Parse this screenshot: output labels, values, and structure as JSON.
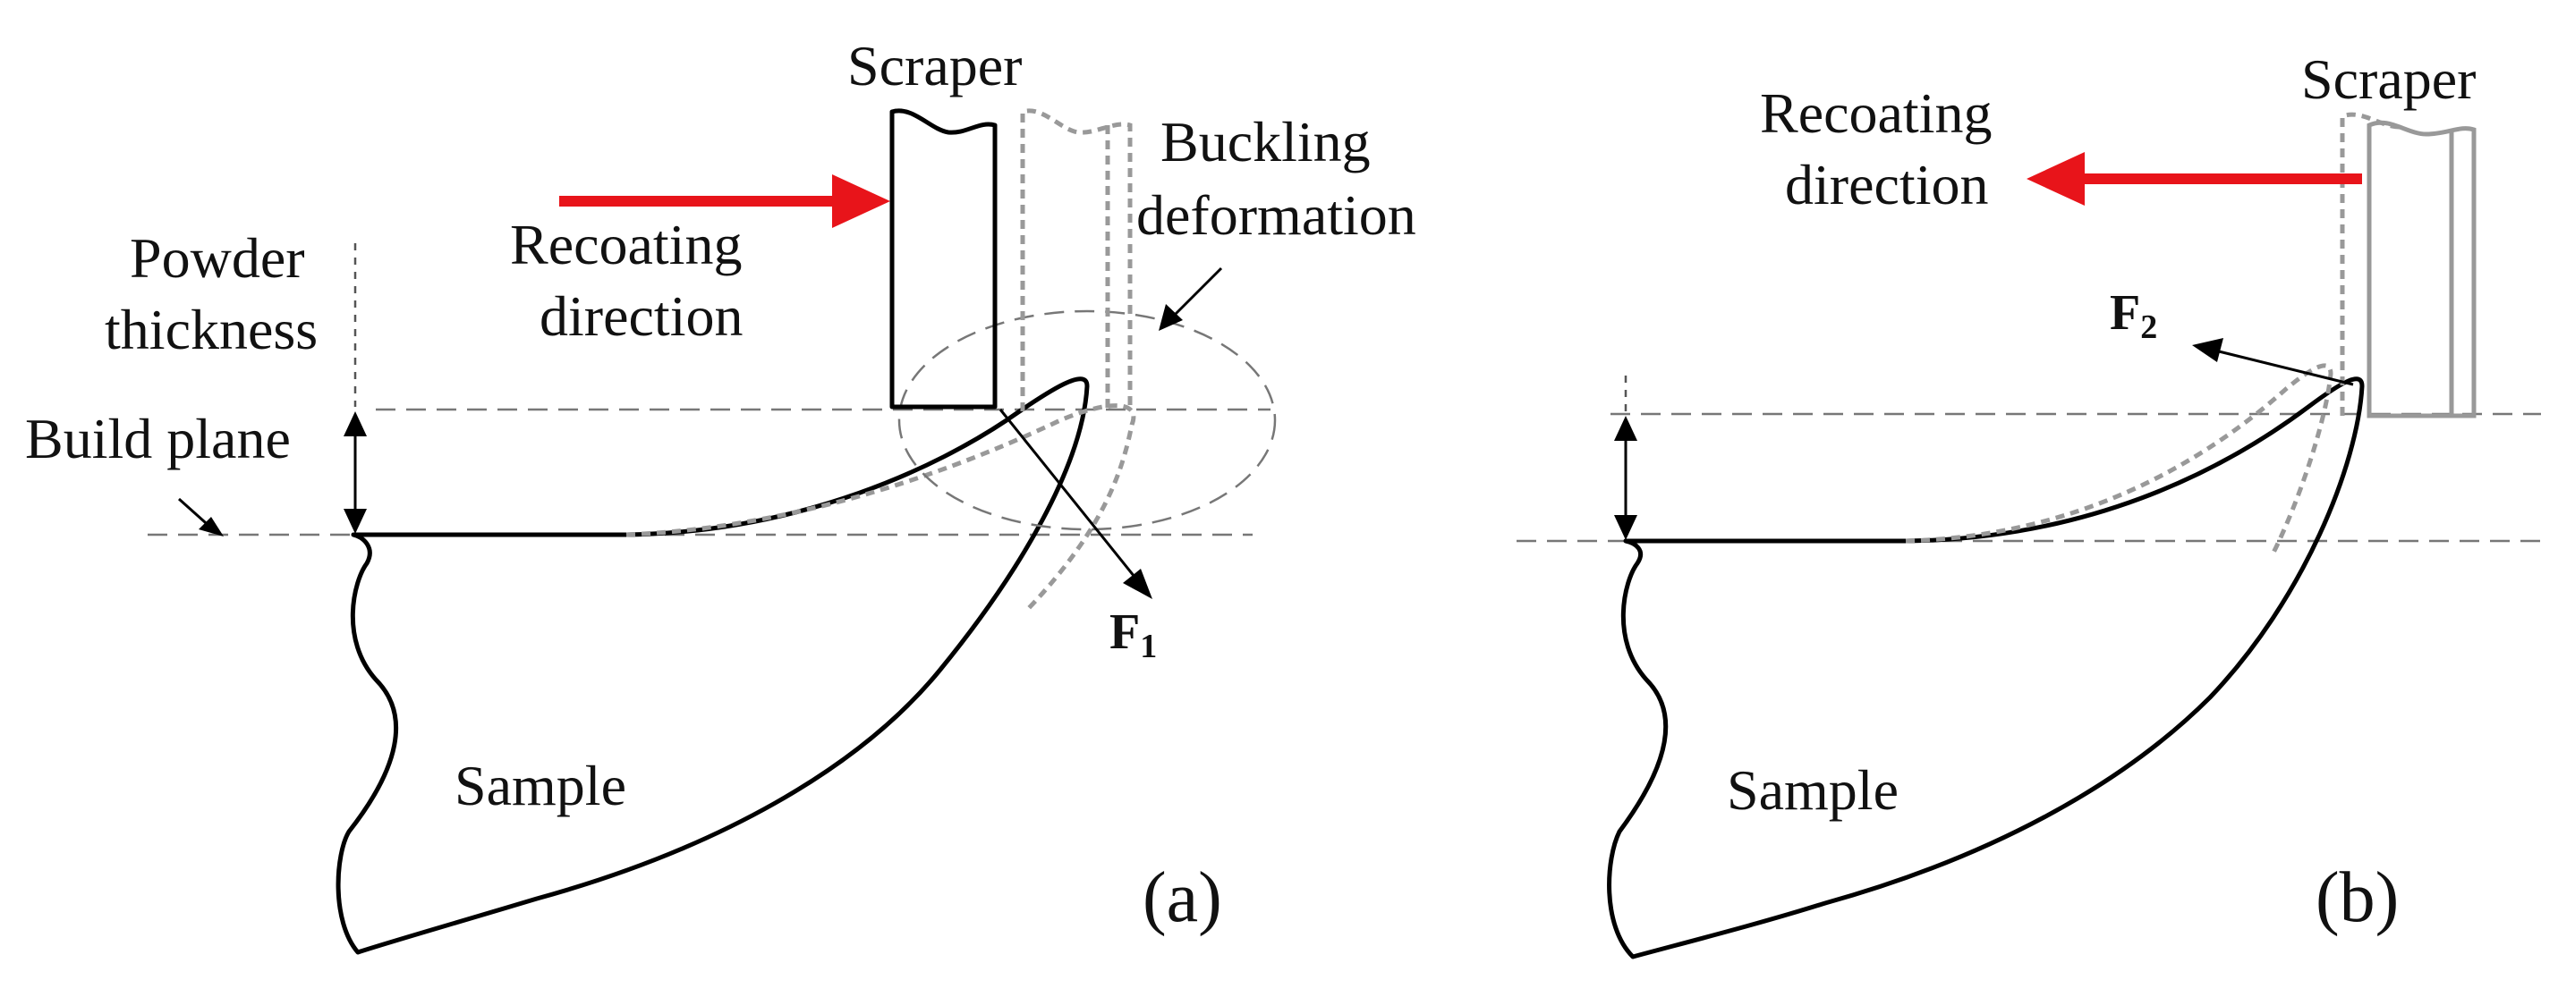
{
  "panel_a": {
    "scraper_label": "Scraper",
    "recoating_line1": "Recoating",
    "recoating_line2": "direction",
    "buckling_line1": "Buckling",
    "buckling_line2": "deformation",
    "powder_line1": "Powder",
    "powder_line2": "thickness",
    "build_plane_label": "Build plane",
    "force_main": "F",
    "force_sub": "1",
    "sample_label": "Sample",
    "panel_label": "(a)"
  },
  "panel_b": {
    "scraper_label": "Scraper",
    "recoating_line1": "Recoating",
    "recoating_line2": "direction",
    "force_main": "F",
    "force_sub": "2",
    "sample_label": "Sample",
    "panel_label": "(b)"
  },
  "colors": {
    "arrow": "#e8141a",
    "solid": "#000000",
    "ghost": "#999999",
    "guide": "#777777"
  }
}
